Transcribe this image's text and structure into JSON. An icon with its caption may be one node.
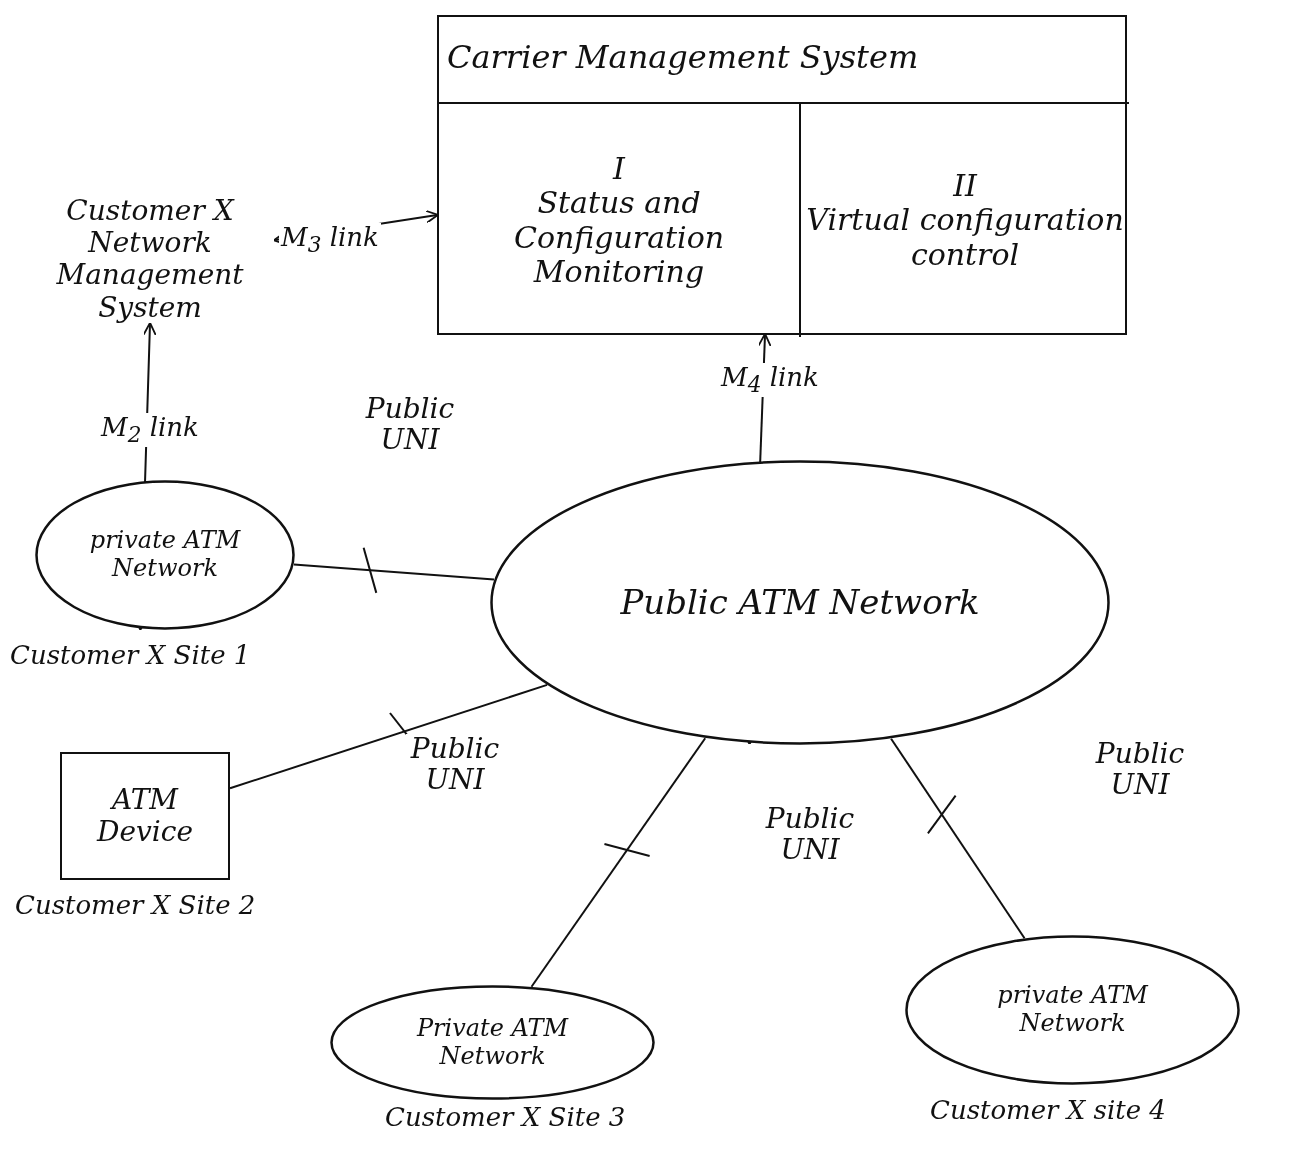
{
  "diagram": {
    "nodes": [
      {
        "text": [
          "Carrier Management System"
        ]
      },
      {
        "text": [
          "I",
          "Status and Configuration Monitoring"
        ],
        "in": 0
      },
      {
        "text": [
          "II",
          "Virtual configuration control"
        ],
        "in": 0
      },
      {
        "text": [
          "Customer X Network Management System"
        ]
      },
      {
        "text": [
          "private ATM Network"
        ],
        "beside": [
          "Customer X Site 1"
        ]
      },
      {
        "text": [
          "ATM Device"
        ],
        "beside": [
          "Customer X Site 2"
        ]
      },
      {
        "text": [
          "Public ATM Network"
        ]
      },
      {
        "text": [
          "Private ATM Network"
        ],
        "beside": [
          "Customer X Site 3"
        ]
      },
      {
        "text": [
          "private ATM Network"
        ],
        "beside": [
          "Customer X site 4"
        ]
      }
    ],
    "edges": [
      {
        "from": 3,
        "to": 0,
        "arrow": "both",
        "label": "M$_{3}$ link"
      },
      {
        "from": 3,
        "to": 4,
        "arrow": "both",
        "label": "M$_{2}$ link"
      },
      {
        "from": 6,
        "to": 1,
        "arrow": "both",
        "label": "M$_{4}$ link"
      },
      {
        "from": 4,
        "to": 6,
        "arrow": "none",
        "label": "Public UNI"
      },
      {
        "from": 5,
        "to": 6,
        "arrow": "none",
        "label": "Public UNI"
      },
      {
        "from": 6,
        "to": 7,
        "arrow": "none",
        "label": "Public UNI"
      },
      {
        "from": 6,
        "to": 8,
        "arrow": "none",
        "label": "Public UNI"
      }
    ]
  }
}
